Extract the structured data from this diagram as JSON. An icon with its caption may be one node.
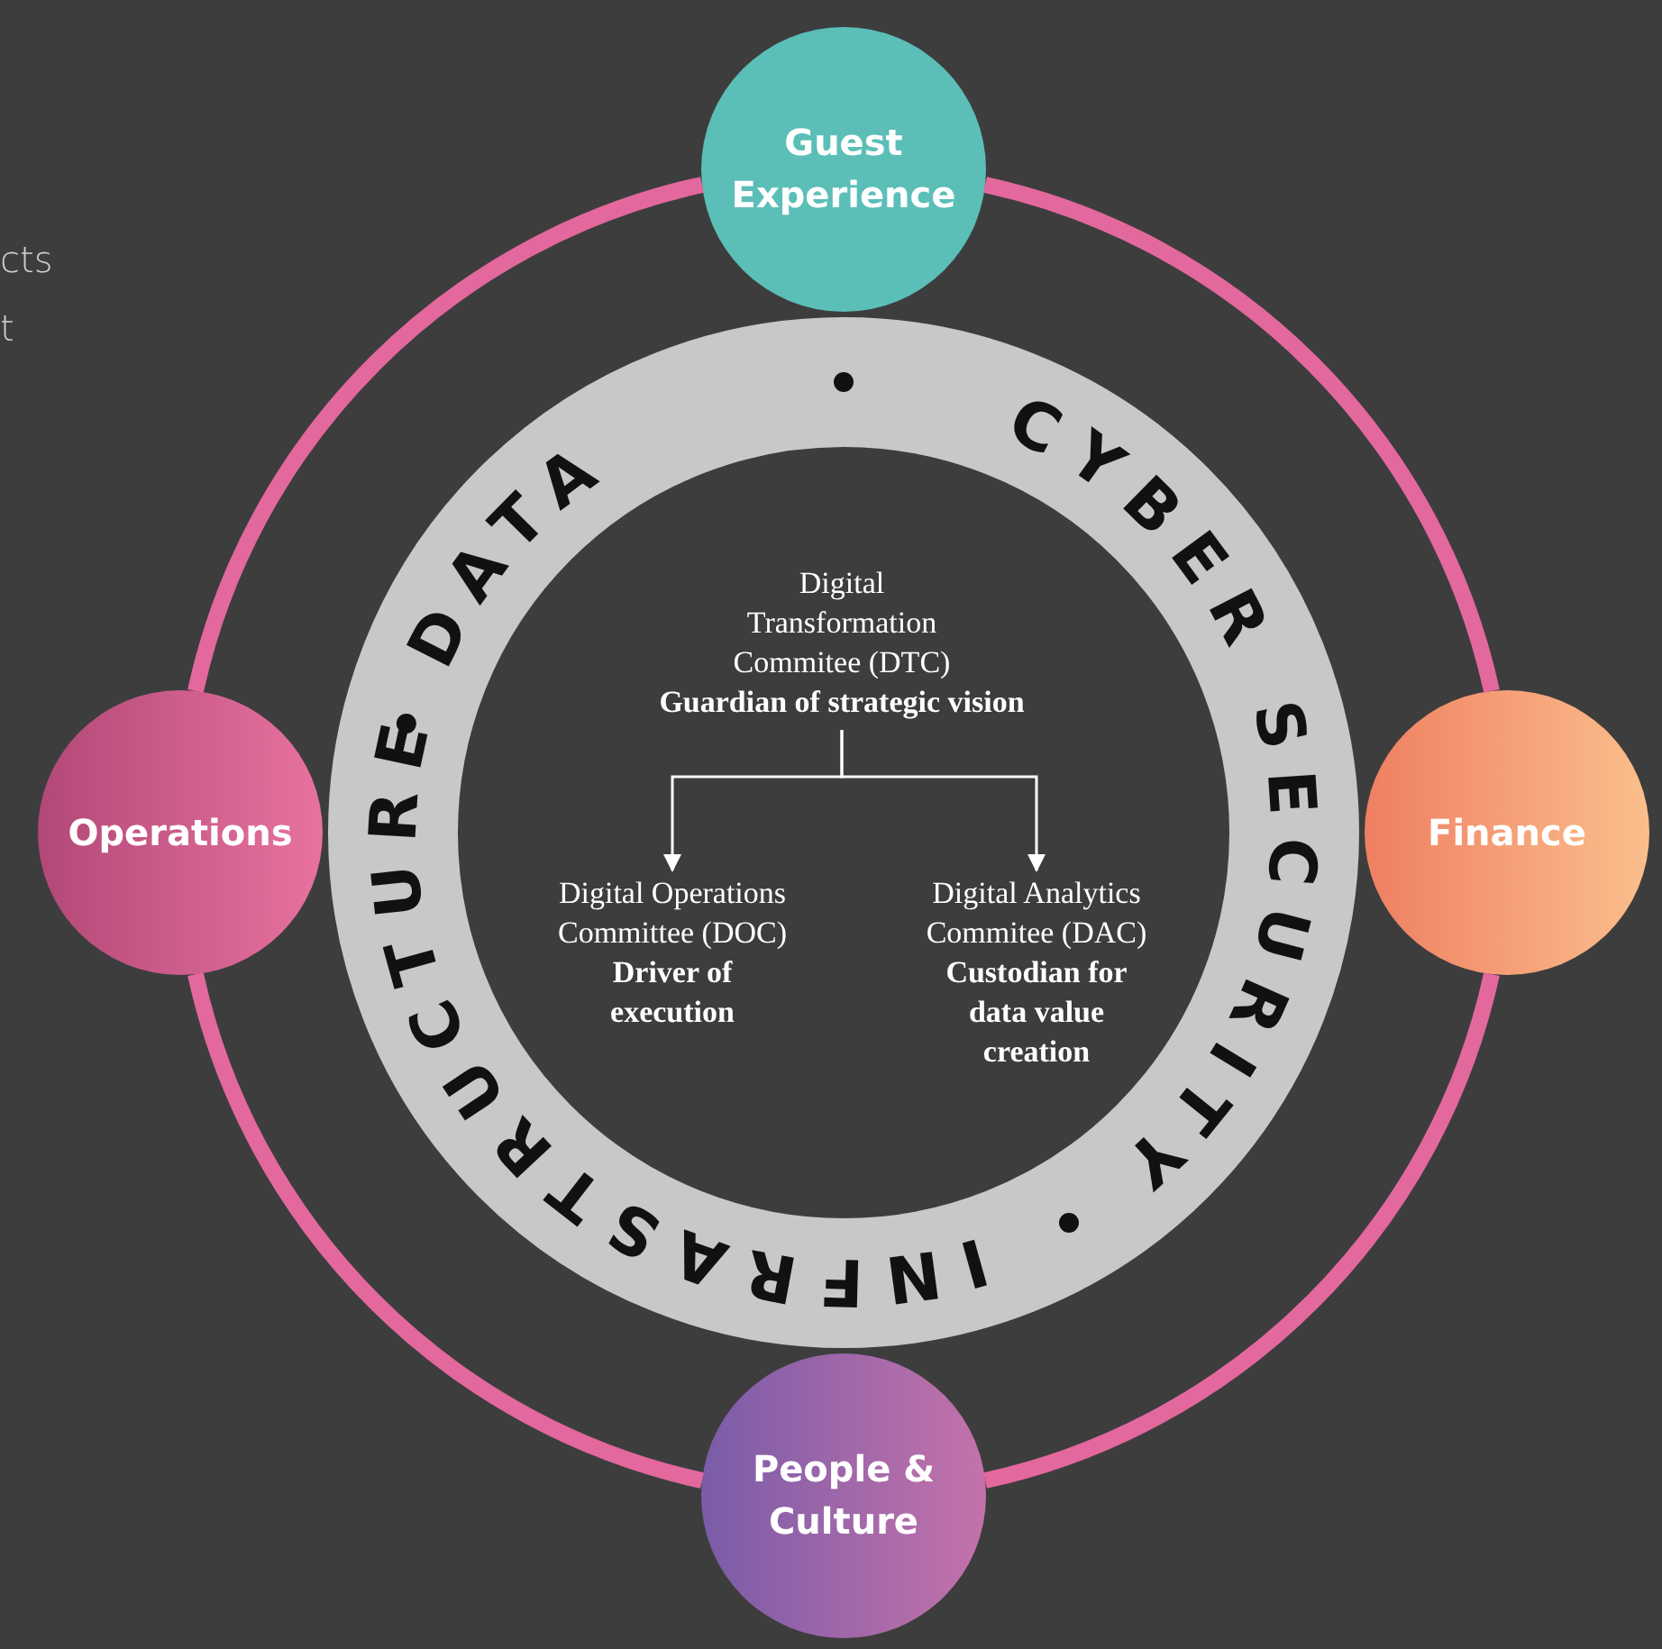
{
  "diagram": {
    "nodes": [
      {
        "text": [
          "Guest Experience"
        ]
      },
      {
        "text": [
          "Operations"
        ]
      },
      {
        "text": [
          "Finance"
        ]
      },
      {
        "text": [
          "People & Culture"
        ]
      },
      {
        "text": [
          "DATA",
          "INFRASTRUCTURE",
          "CYBER SECURITY"
        ]
      },
      {
        "text": [
          "Digital Transformation Commitee (DTC)",
          "Guardian of strategic vision"
        ],
        "in": 4
      },
      {
        "text": [
          "Digital Operations Committee (DOC)",
          "Driver of execution"
        ],
        "in": 4
      },
      {
        "text": [
          "Digital Analytics Commitee (DAC)",
          "Custodian for data value creation"
        ],
        "in": 4
      }
    ],
    "edges": [
      {
        "from": 0,
        "to": 2,
        "arrow": "none"
      },
      {
        "from": 2,
        "to": 3,
        "arrow": "none"
      },
      {
        "from": 3,
        "to": 1,
        "arrow": "none"
      },
      {
        "from": 1,
        "to": 0,
        "arrow": "none"
      },
      {
        "from": 5,
        "to": 6,
        "arrow": "to",
        "color": "#ffffff"
      },
      {
        "from": 5,
        "to": 7,
        "arrow": "to",
        "color": "#ffffff"
      }
    ],
    "labels": [
      "cts",
      "t"
    ]
  }
}
